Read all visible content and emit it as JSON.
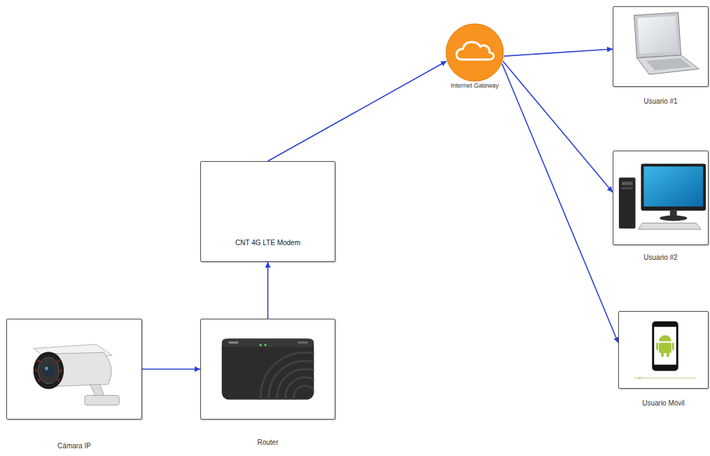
{
  "diagram": {
    "nodes": [
      {
        "text": [
          "Cámara IP"
        ]
      },
      {
        "text": [
          "Router"
        ]
      },
      {
        "text": [
          "CNT 4G LTE Modem"
        ]
      },
      {
        "text": [
          "Internet Gateway"
        ]
      },
      {
        "text": [
          "Usuario #1"
        ]
      },
      {
        "text": [
          "Usuario #2"
        ]
      },
      {
        "text": [
          "Usuario Móvil"
        ]
      }
    ],
    "edges": [
      {
        "from": 0,
        "to": 1,
        "arrow": "to"
      },
      {
        "from": 1,
        "to": 2,
        "arrow": "to"
      },
      {
        "from": 2,
        "to": 3,
        "arrow": "to"
      },
      {
        "from": 3,
        "to": 4,
        "arrow": "to"
      },
      {
        "from": 3,
        "to": 5,
        "arrow": "to"
      },
      {
        "from": 3,
        "to": 6,
        "arrow": "to"
      }
    ]
  }
}
